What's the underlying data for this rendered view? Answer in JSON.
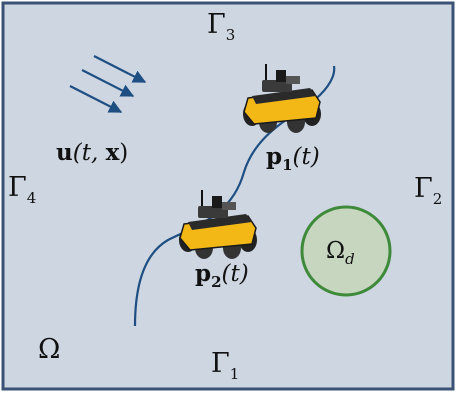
{
  "colors": {
    "domain_fill": "#cdd6e1",
    "domain_border": "#3a5375",
    "trajectory": "#1f4e82",
    "flow_arrow": "#1f4e82",
    "target_fill": "#c7d6bf",
    "target_border": "#3f8a3a",
    "robot_yellow": "#f3b816",
    "robot_dark": "#2a2a2a"
  },
  "labels": {
    "gamma_symbol": "Γ",
    "gamma_top_sub": "3",
    "gamma_right_sub": "2",
    "gamma_bottom_sub": "1",
    "gamma_left_sub": "4",
    "omega_domain": "Ω",
    "omega_target": "Ω",
    "omega_target_sub": "d",
    "flow_bold": "u",
    "flow_args": "(t, ",
    "flow_x": "x",
    "flow_close": ")",
    "robot1_bold": "p",
    "robot1_sub": "1",
    "robot1_args": "(t)",
    "robot2_bold": "p",
    "robot2_sub": "2",
    "robot2_args": "(t)"
  },
  "icons": {
    "robot1": "ugv-robot-icon",
    "robot2": "ugv-robot-icon",
    "flow": "flow-arrows-icon"
  }
}
